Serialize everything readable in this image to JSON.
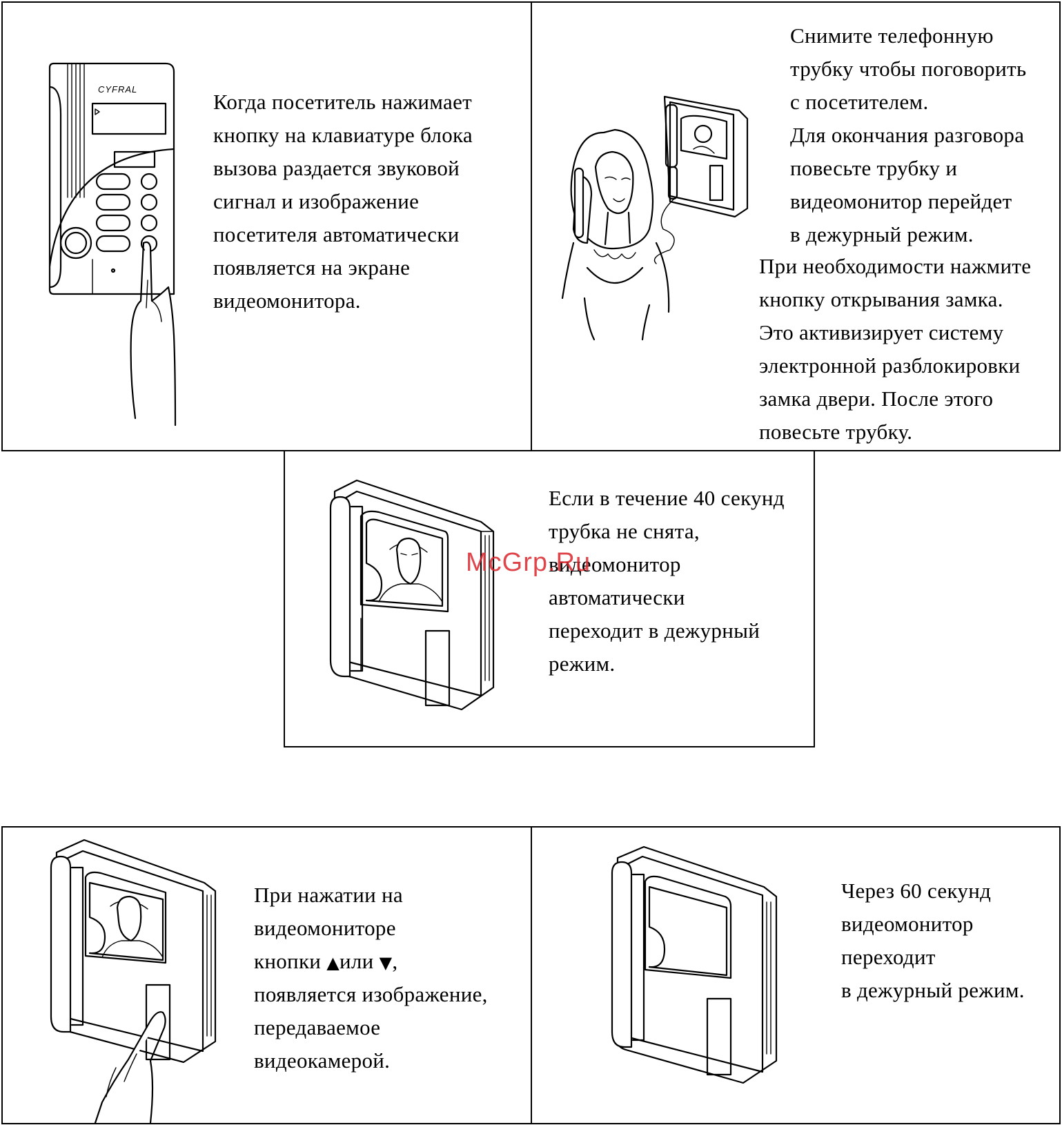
{
  "panels": {
    "call": {
      "brand": "CYFRAL",
      "lines": [
        "Когда посетитель нажимает",
        "кнопку на клавиатуре блока",
        "вызова раздается звуковой",
        "сигнал и изображение",
        "посетителя автоматически",
        "появляется  на экране",
        "видеомонитора."
      ]
    },
    "talk": {
      "lines_top": [
        "Снимите телефонную",
        "трубку чтобы поговорить",
        "с посетителем.",
        "Для окончания разговора",
        "повесьте трубку и",
        "видеомонитор перейдет",
        "в дежурный режим."
      ],
      "lines_bottom": [
        "При необходимости нажмите",
        "кнопку открывания замка.",
        "Это активизирует систему",
        "электронной разблокировки",
        "замка двери. После этого",
        "повесьте трубку."
      ]
    },
    "timeout": {
      "lines": [
        "Если в течение 40 секунд",
        "трубка не снята,",
        "видеомонитор",
        "автоматически",
        "переходит в дежурный",
        "режим."
      ]
    },
    "camera": {
      "line1": "При нажатии на",
      "line2": "видеомониторе",
      "line3_prefix": "кнопки ",
      "up_glyph": "▲",
      "line3_mid": "или  ",
      "down_glyph": "▼",
      "line3_suffix": ",",
      "line4": "появляется изображение,",
      "line5": "передаваемое",
      "line6": "видеокамерой."
    },
    "standby": {
      "lines": [
        "Через 60 секунд",
        "видеомонитор",
        "переходит",
        "в дежурный режим."
      ]
    }
  },
  "watermark": "McGrp.Ru",
  "colors": {
    "watermark": "#d9262c",
    "ink": "#000000",
    "paper": "#ffffff"
  }
}
